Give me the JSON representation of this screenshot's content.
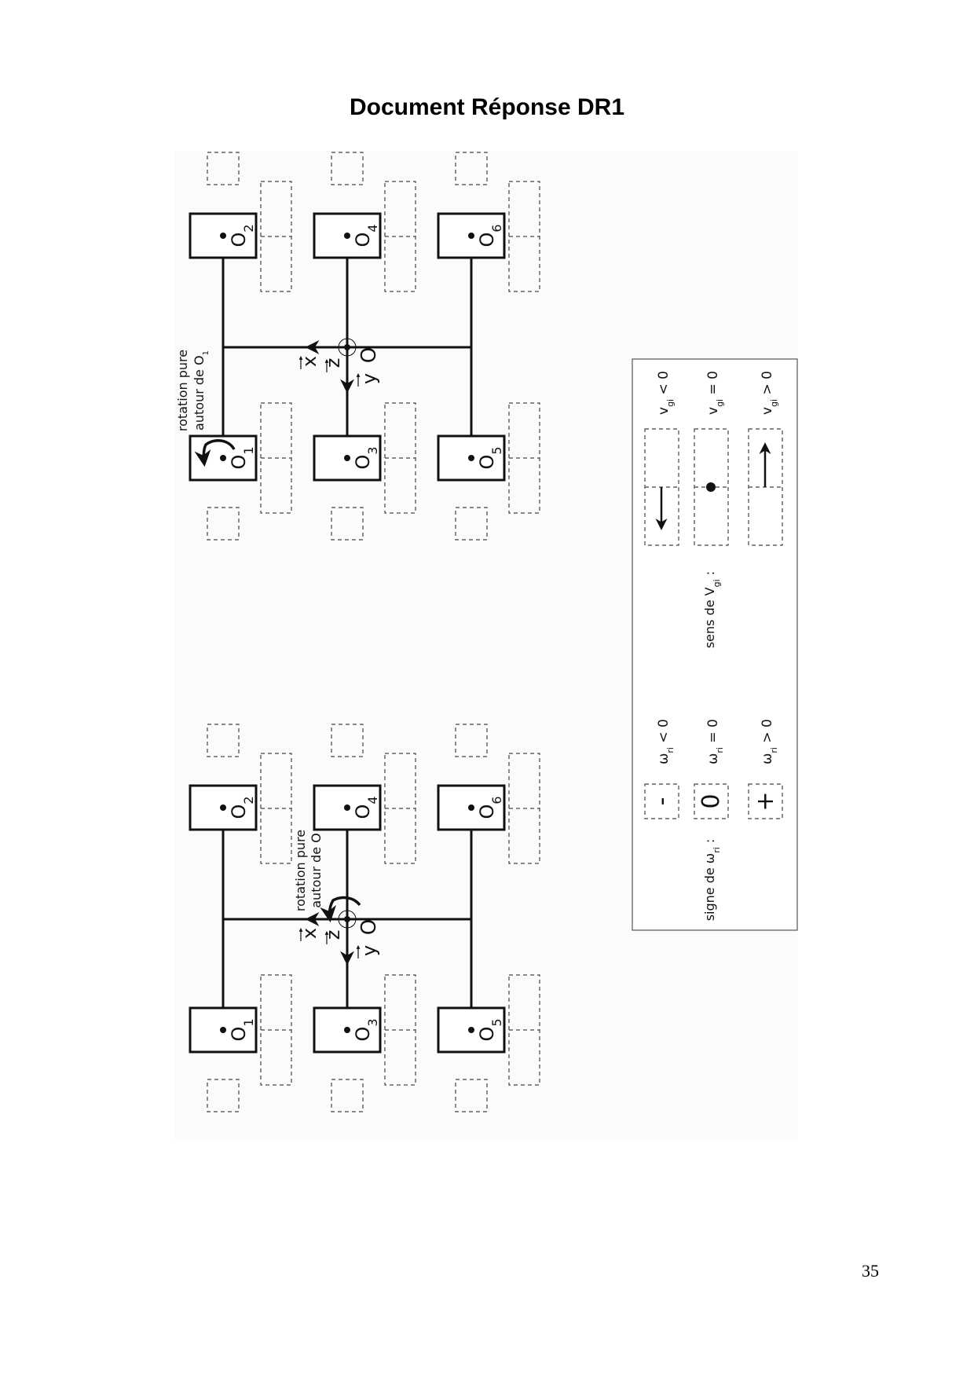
{
  "title": "Document Réponse DR1",
  "page_number": "35",
  "diagrams": [
    {
      "caption_line1": "rotation pure",
      "caption_line2": "autour de O",
      "caption_sub": "1",
      "axes": {
        "x": "x",
        "y": "y",
        "z": "z",
        "origin": "O"
      },
      "wheels_top": [
        {
          "label": "O",
          "sub": "2"
        },
        {
          "label": "O",
          "sub": "4"
        },
        {
          "label": "O",
          "sub": "6"
        }
      ],
      "wheels_bottom": [
        {
          "label": "O",
          "sub": "1"
        },
        {
          "label": "O",
          "sub": "3"
        },
        {
          "label": "O",
          "sub": "5"
        }
      ]
    },
    {
      "caption_line1": "rotation pure",
      "caption_line2": "autour de O",
      "caption_sub": "",
      "axes": {
        "x": "x",
        "y": "y",
        "z": "z",
        "origin": "O"
      },
      "wheels_top": [
        {
          "label": "O",
          "sub": "2"
        },
        {
          "label": "O",
          "sub": "4"
        },
        {
          "label": "O",
          "sub": "6"
        }
      ],
      "wheels_bottom": [
        {
          "label": "O",
          "sub": "1"
        },
        {
          "label": "O",
          "sub": "3"
        },
        {
          "label": "O",
          "sub": "5"
        }
      ]
    }
  ],
  "legend": {
    "sens_label": "sens de V",
    "sens_sub": "gi",
    "sens_colon": " :",
    "velocity_items": [
      {
        "var": "v",
        "sub": "gi",
        "relation": " < 0",
        "icon": "arrow-down"
      },
      {
        "var": "v",
        "sub": "gi",
        "relation": " = 0",
        "icon": "dot"
      },
      {
        "var": "v",
        "sub": "gi",
        "relation": " > 0",
        "icon": "arrow-up"
      }
    ],
    "signe_label": "signe de ω",
    "signe_sub": "ri",
    "signe_colon": " :",
    "sign_items": [
      {
        "symbol": "-",
        "var": "ω",
        "sub": "ri",
        "relation": " < 0"
      },
      {
        "symbol": "0",
        "var": "ω",
        "sub": "ri",
        "relation": " = 0"
      },
      {
        "symbol": "+",
        "var": "ω",
        "sub": "ri",
        "relation": " > 0"
      }
    ]
  }
}
